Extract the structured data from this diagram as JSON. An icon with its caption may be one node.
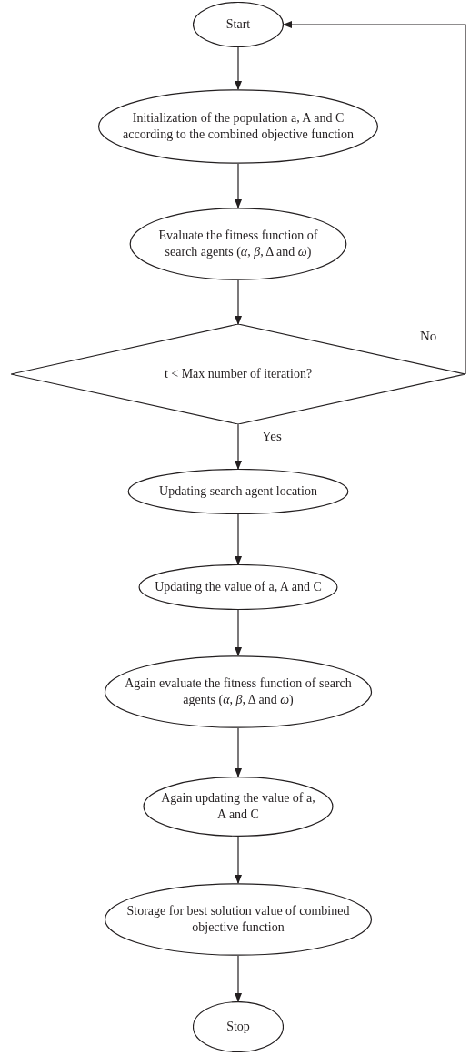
{
  "diagram": {
    "nodes": [
      {
        "text": [
          "Start"
        ]
      },
      {
        "text": [
          "Initialization of the population a, A and C according to the combined objective function"
        ]
      },
      {
        "text": [
          "Evaluate the fitness function of search agents (*α*, *β*, Δ and *ω*)"
        ]
      },
      {
        "text": [
          "t < Max number of iteration?"
        ]
      },
      {
        "text": [
          "Updating search agent location"
        ]
      },
      {
        "text": [
          "Updating the value of a, A and C"
        ]
      },
      {
        "text": [
          "Again evaluate the fitness function of search agents (*α*, *β*, Δ and *ω*)"
        ]
      },
      {
        "text": [
          "Again updating the value of a, A and C"
        ]
      },
      {
        "text": [
          "Storage for best solution value of combined objective function"
        ]
      },
      {
        "text": [
          "Stop"
        ]
      }
    ],
    "edges": [
      {
        "from": 0,
        "to": 1,
        "arrow": "to"
      },
      {
        "from": 1,
        "to": 2,
        "arrow": "to"
      },
      {
        "from": 2,
        "to": 3,
        "arrow": "to"
      },
      {
        "from": 3,
        "to": 4,
        "arrow": "to",
        "label": "Yes"
      },
      {
        "from": 4,
        "to": 5,
        "arrow": "to"
      },
      {
        "from": 5,
        "to": 6,
        "arrow": "to"
      },
      {
        "from": 6,
        "to": 7,
        "arrow": "to"
      },
      {
        "from": 7,
        "to": 8,
        "arrow": "to"
      },
      {
        "from": 8,
        "to": 9,
        "arrow": "to"
      },
      {
        "from": 3,
        "to": 0,
        "arrow": "to",
        "label": "No"
      }
    ]
  }
}
